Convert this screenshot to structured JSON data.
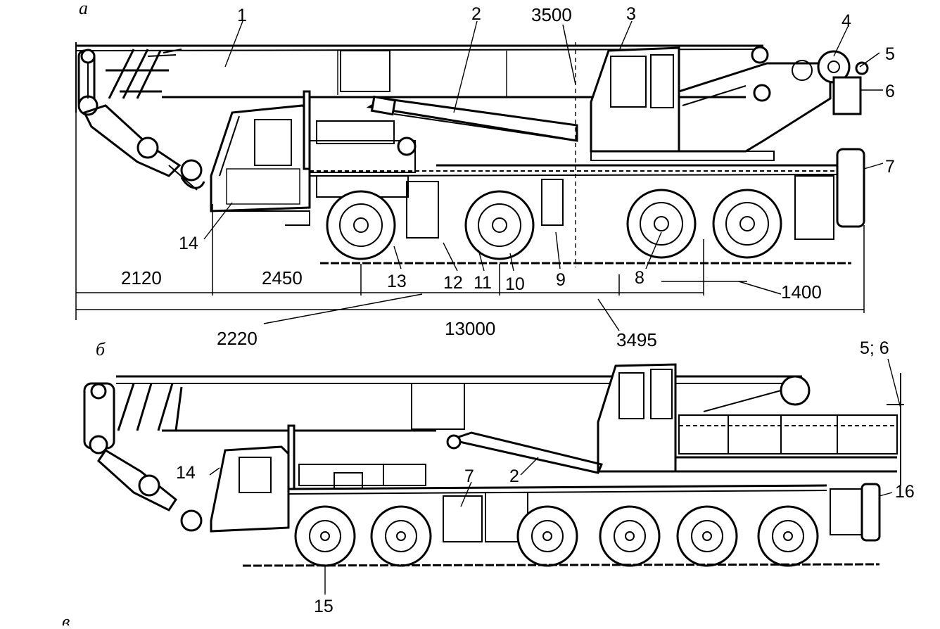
{
  "view_a": {
    "letter": "а",
    "callouts": [
      "1",
      "2",
      "3",
      "4",
      "5",
      "6",
      "7",
      "8",
      "9",
      "10",
      "11",
      "12",
      "13",
      "14"
    ],
    "dimensions": {
      "d2120": "2120",
      "d2450": "2450",
      "d2220": "2220",
      "d13000": "13000",
      "d3500": "3500",
      "d3495": "3495",
      "d1400": "1400"
    }
  },
  "view_b": {
    "letter": "б",
    "callouts": [
      "14",
      "7",
      "2",
      "5; 6",
      "15",
      "16"
    ]
  },
  "view_c": {
    "letter": "в"
  }
}
